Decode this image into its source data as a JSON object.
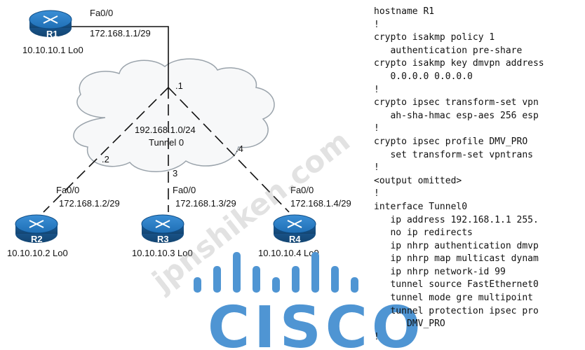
{
  "routers": [
    {
      "id": "r1",
      "name": "R1",
      "loopback": "10.10.10.1 Lo0",
      "interface": "Fa0/0",
      "ip": "172.168.1.1/29",
      "tunnel_host": ".1"
    },
    {
      "id": "r2",
      "name": "R2",
      "loopback": "10.10.10.2 Lo0",
      "interface": "Fa0/0",
      "ip": "172.168.1.2/29",
      "tunnel_host": ".2"
    },
    {
      "id": "r3",
      "name": "R3",
      "loopback": "10.10.10.3 Lo0",
      "interface": "Fa0/0",
      "ip": "172.168.1.3/29",
      "tunnel_host": "3"
    },
    {
      "id": "r4",
      "name": "R4",
      "loopback": "10.10.10.4 Lo0",
      "interface": "Fa0/0",
      "ip": "172.168.1.4/29",
      "tunnel_host": ".4"
    }
  ],
  "tunnel": {
    "network": "192.168.1.0/24",
    "name": "Tunnel 0"
  },
  "config_lines": [
    "hostname R1",
    "!",
    "crypto isakmp policy 1",
    "   authentication pre-share",
    "crypto isakmp key dmvpn address",
    "   0.0.0.0 0.0.0.0",
    "!",
    "crypto ipsec transform-set vpn",
    "   ah-sha-hmac esp-aes 256 esp",
    "!",
    "crypto ipsec profile DMV_PRO",
    "   set transform-set vpntrans",
    "!",
    "<output omitted>",
    "!",
    "interface Tunnel0",
    "   ip address 192.168.1.1 255.",
    "   no ip redirects",
    "   ip nhrp authentication dmvp",
    "   ip nhrp map multicast dynam",
    "   ip nhrp network-id 99",
    "   tunnel source FastEthernet0",
    "   tunnel mode gre multipoint",
    "   tunnel protection ipsec pro",
    "      DMV_PRO",
    "!"
  ],
  "watermark": "jpnshiken.com",
  "logo_text": "CISCO",
  "colors": {
    "router_blue": "#1f6fb5",
    "cisco_blue": "#4f95d3",
    "cloud_stroke": "#9aa3ab"
  }
}
